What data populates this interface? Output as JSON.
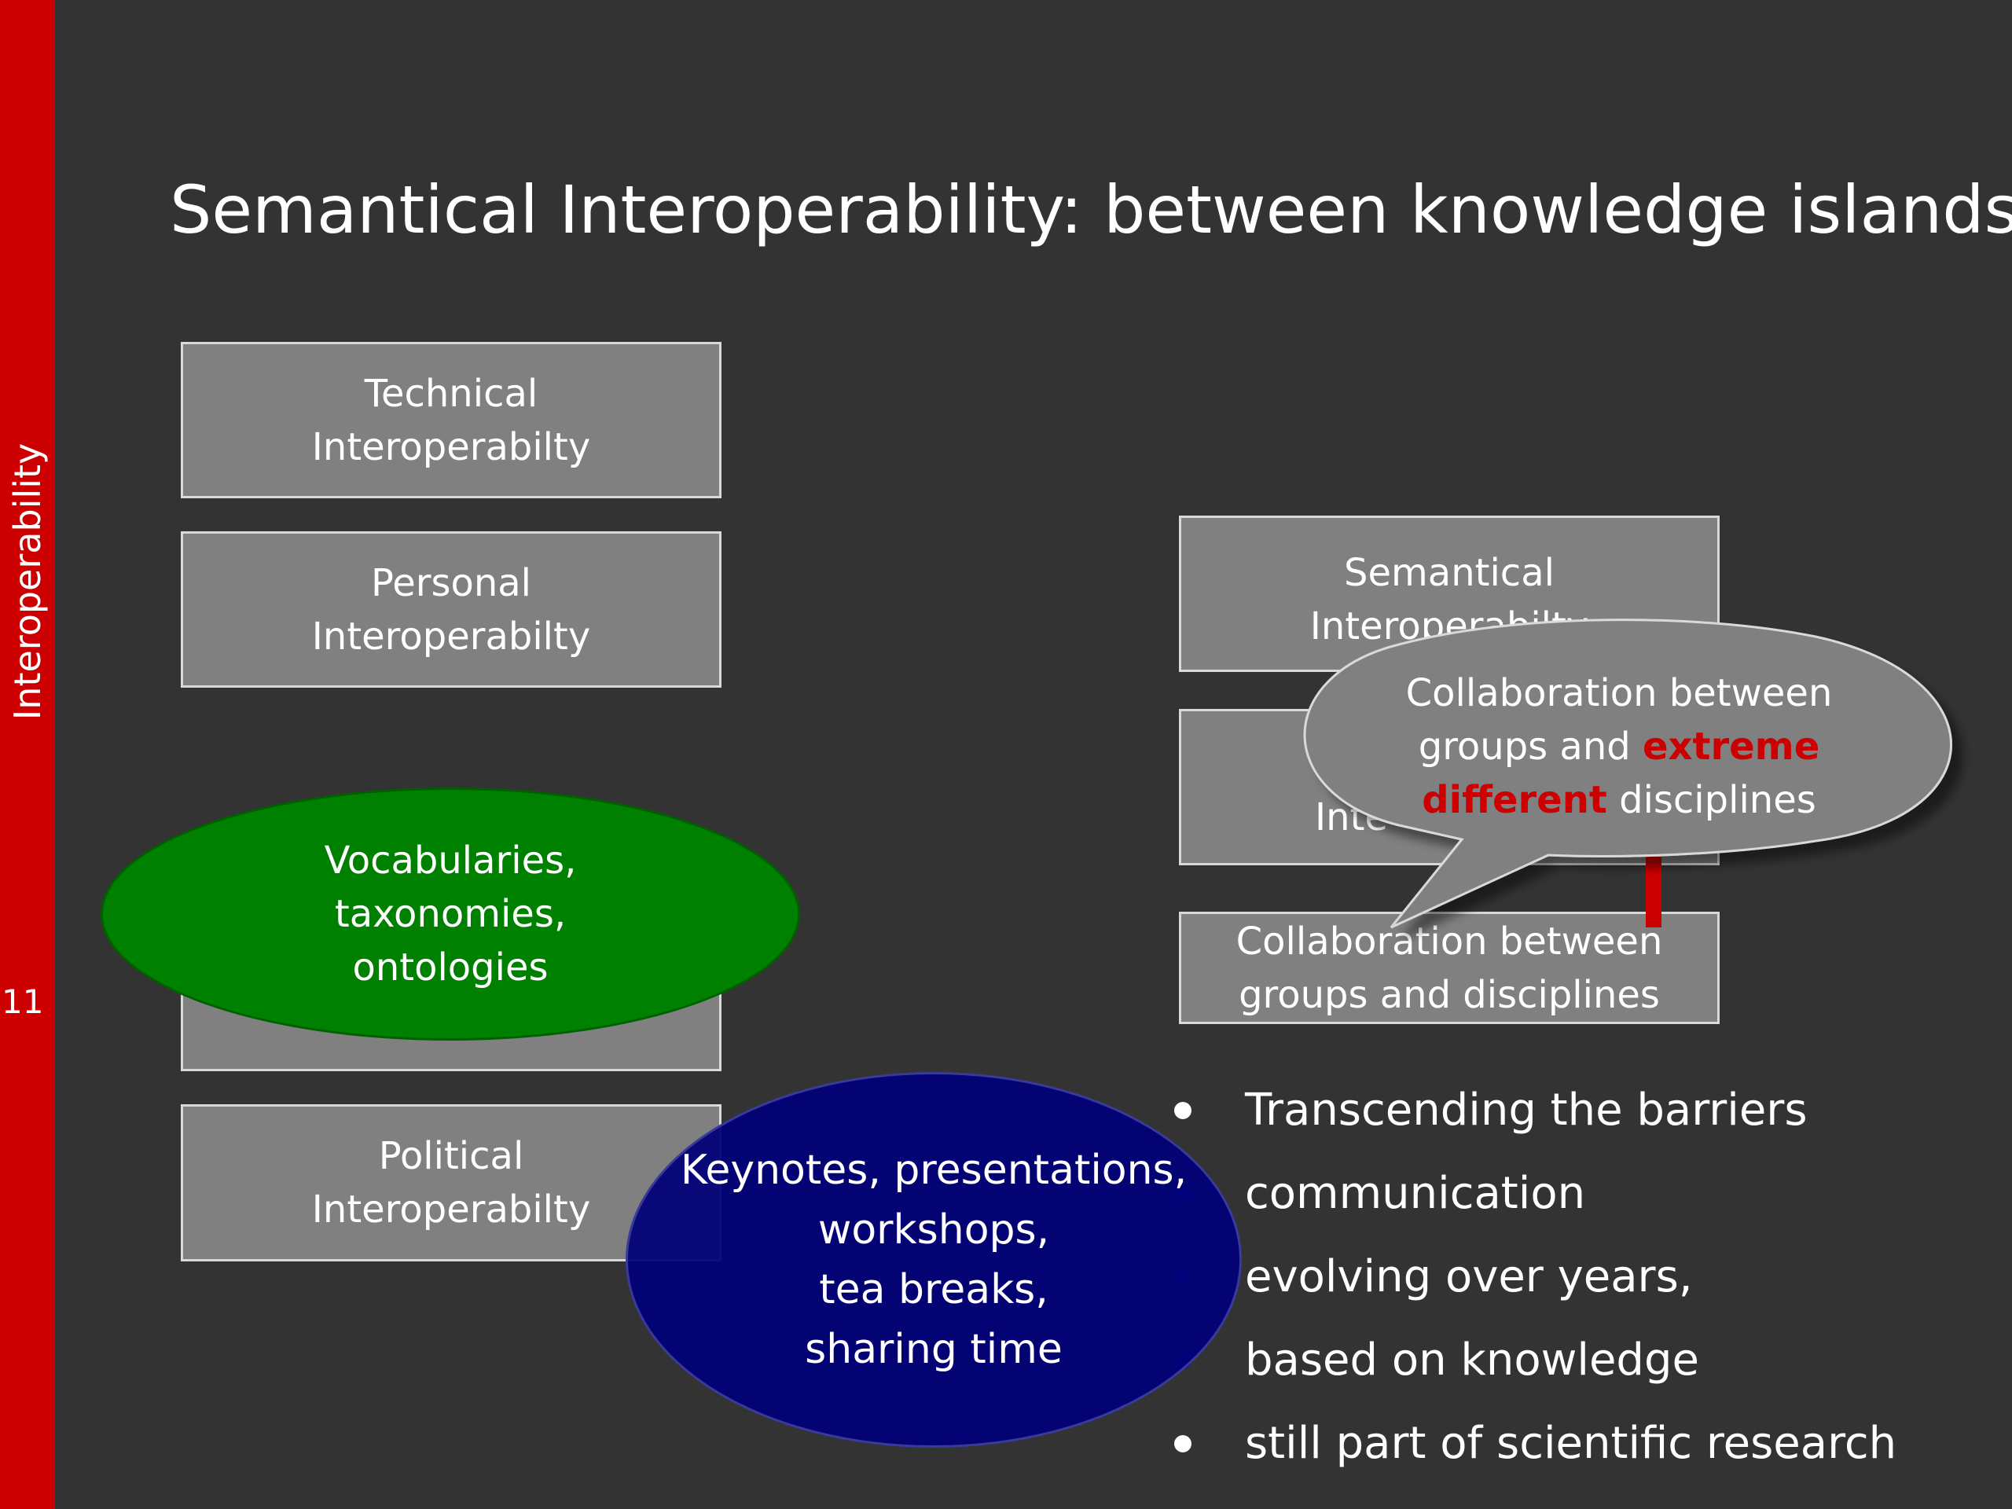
{
  "slide": {
    "title": "Semantical Interoperability: between knowledge islands",
    "sidebar_title": "Interoperability",
    "page_number": "11"
  },
  "colors": {
    "background": "#333333",
    "sidebar": "#cc0000",
    "box_fill": "#808080",
    "green": "#008000",
    "blue": "#000078",
    "highlight": "#cc0000"
  },
  "left_boxes": [
    {
      "line1": "Technical",
      "line2": "Interoperabilty"
    },
    {
      "line1": "Personal",
      "line2": "Interoperabilty"
    },
    {
      "line1": "Political",
      "line2": "Interoperabilty"
    }
  ],
  "green_ellipse": {
    "lines": [
      "Vocabularies,",
      "taxonomies,",
      "ontologies"
    ]
  },
  "blue_ellipse": {
    "lines": [
      "Keynotes, presentations,",
      "workshops,",
      "tea breaks,",
      "sharing time"
    ]
  },
  "right_boxes": {
    "semantical": {
      "line1": "Semantical",
      "line2": "Interoperabilty"
    },
    "middle_partial": "Inte",
    "collaboration": {
      "line1": "Collaboration between",
      "line2": "groups and disciplines"
    }
  },
  "callout": {
    "line1": "Collaboration between",
    "line2_prefix": "groups and ",
    "line2_highlight": "extreme",
    "line3_highlight": "different",
    "line3_suffix": " disciplines"
  },
  "bullets": [
    "Transcending the barriers",
    "communication",
    "evolving over years,",
    "based on knowledge",
    "still part of scientific research"
  ]
}
